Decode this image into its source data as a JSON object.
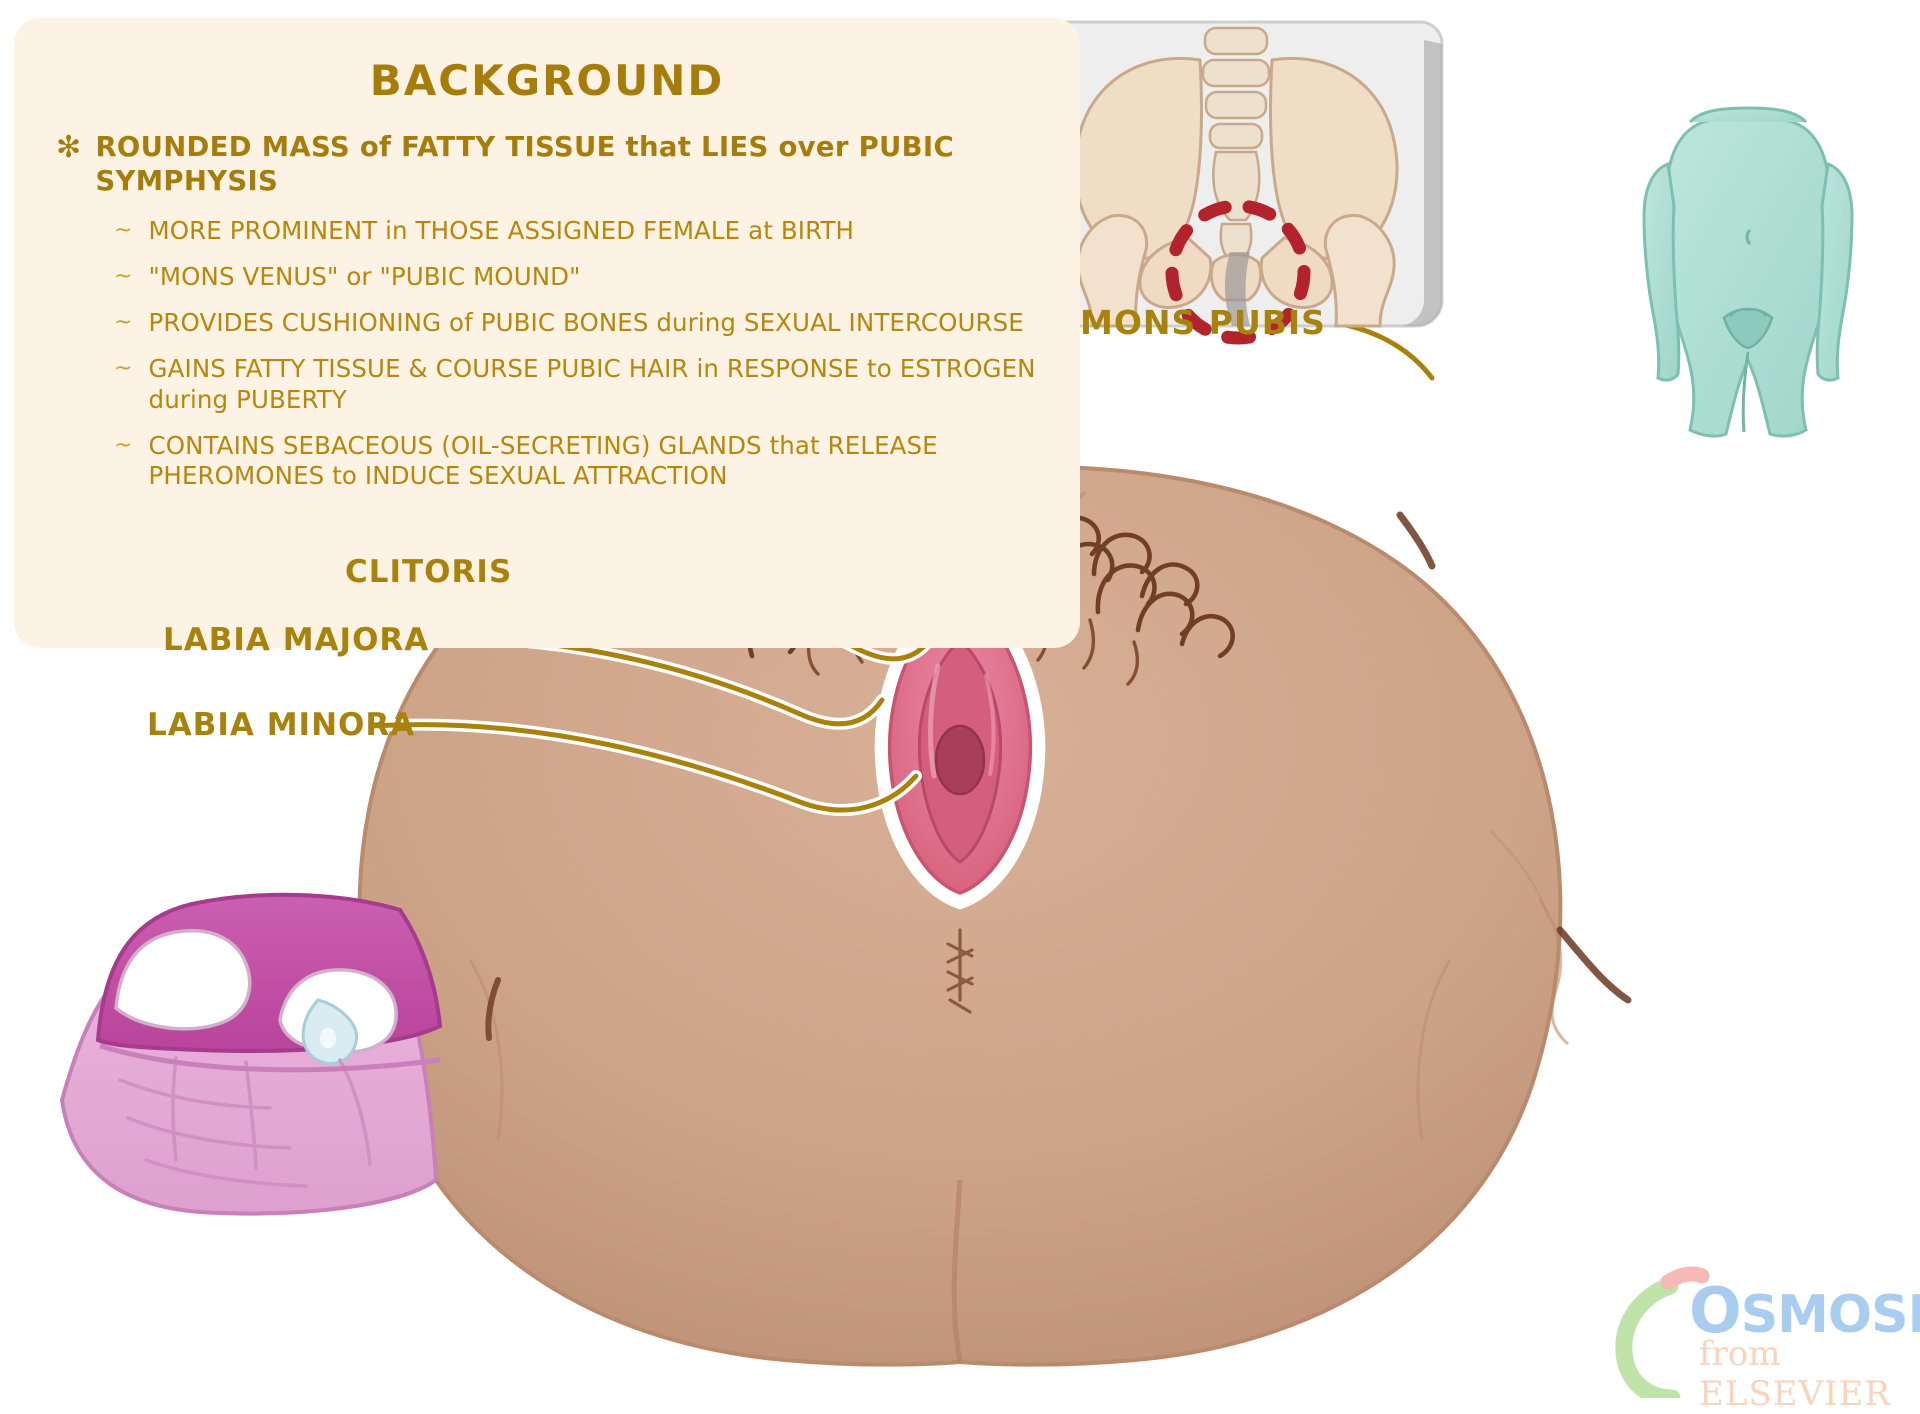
{
  "card": {
    "title": "BACKGROUND",
    "bullet_marker": "✻",
    "sub_marker": "~",
    "main_point": "ROUNDED MASS of FATTY TISSUE that LIES over PUBIC SYMPHYSIS",
    "sub_points": [
      "MORE PROMINENT in THOSE ASSIGNED FEMALE at BIRTH",
      "\"MONS VENUS\" or \"PUBIC MOUND\"",
      "PROVIDES CUSHIONING of PUBIC BONES during SEXUAL INTERCOURSE",
      "GAINS FATTY TISSUE & COURSE PUBIC HAIR in RESPONSE to ESTROGEN during PUBERTY",
      "CONTAINS SEBACEOUS (OIL-SECRETING) GLANDS that RELEASE PHEROMONES to INDUCE SEXUAL ATTRACTION"
    ]
  },
  "labels": {
    "mons_pubis": "MONS PUBIS",
    "clitoris": "CLITORIS",
    "labia_majora": "LABIA MAJORA",
    "labia_minora": "LABIA MINORA"
  },
  "logo": {
    "brand_first": "O",
    "brand_rest": "SMOSIS",
    "from": "from ",
    "publisher": "ELSEVIER"
  },
  "colors": {
    "card_bg": "#fcf3e5",
    "gold_dark": "#a67c0a",
    "gold": "#b8860b",
    "gold_light": "#c9a227",
    "label_gold": "#a8820c",
    "skin": "#cda387",
    "skin_shadow": "#b9876a",
    "labia_pink": "#e0718f",
    "labia_inner": "#c9546f",
    "hair_brown": "#6b3a21",
    "bone": "#efdcc6",
    "body_mint": "#a8ddd0",
    "pillow_magenta": "#c254a8",
    "pillow_pink": "#e6a8d8",
    "logo_blue": "#a9cdf0",
    "logo_green": "#bfe3a9",
    "logo_peach": "#fad3bb",
    "marker_red": "#b3232c"
  }
}
